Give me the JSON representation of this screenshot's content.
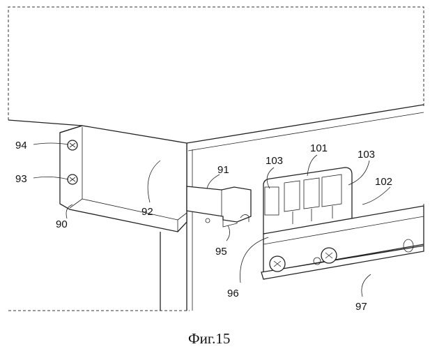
{
  "figure": {
    "caption": "Фиг.15",
    "labels": {
      "l94": "94",
      "l93": "93",
      "l90": "90",
      "l92": "92",
      "l91": "91",
      "l95": "95",
      "l96": "96",
      "l97": "97",
      "l103a": "103",
      "l101": "101",
      "l103b": "103",
      "l102": "102"
    }
  }
}
